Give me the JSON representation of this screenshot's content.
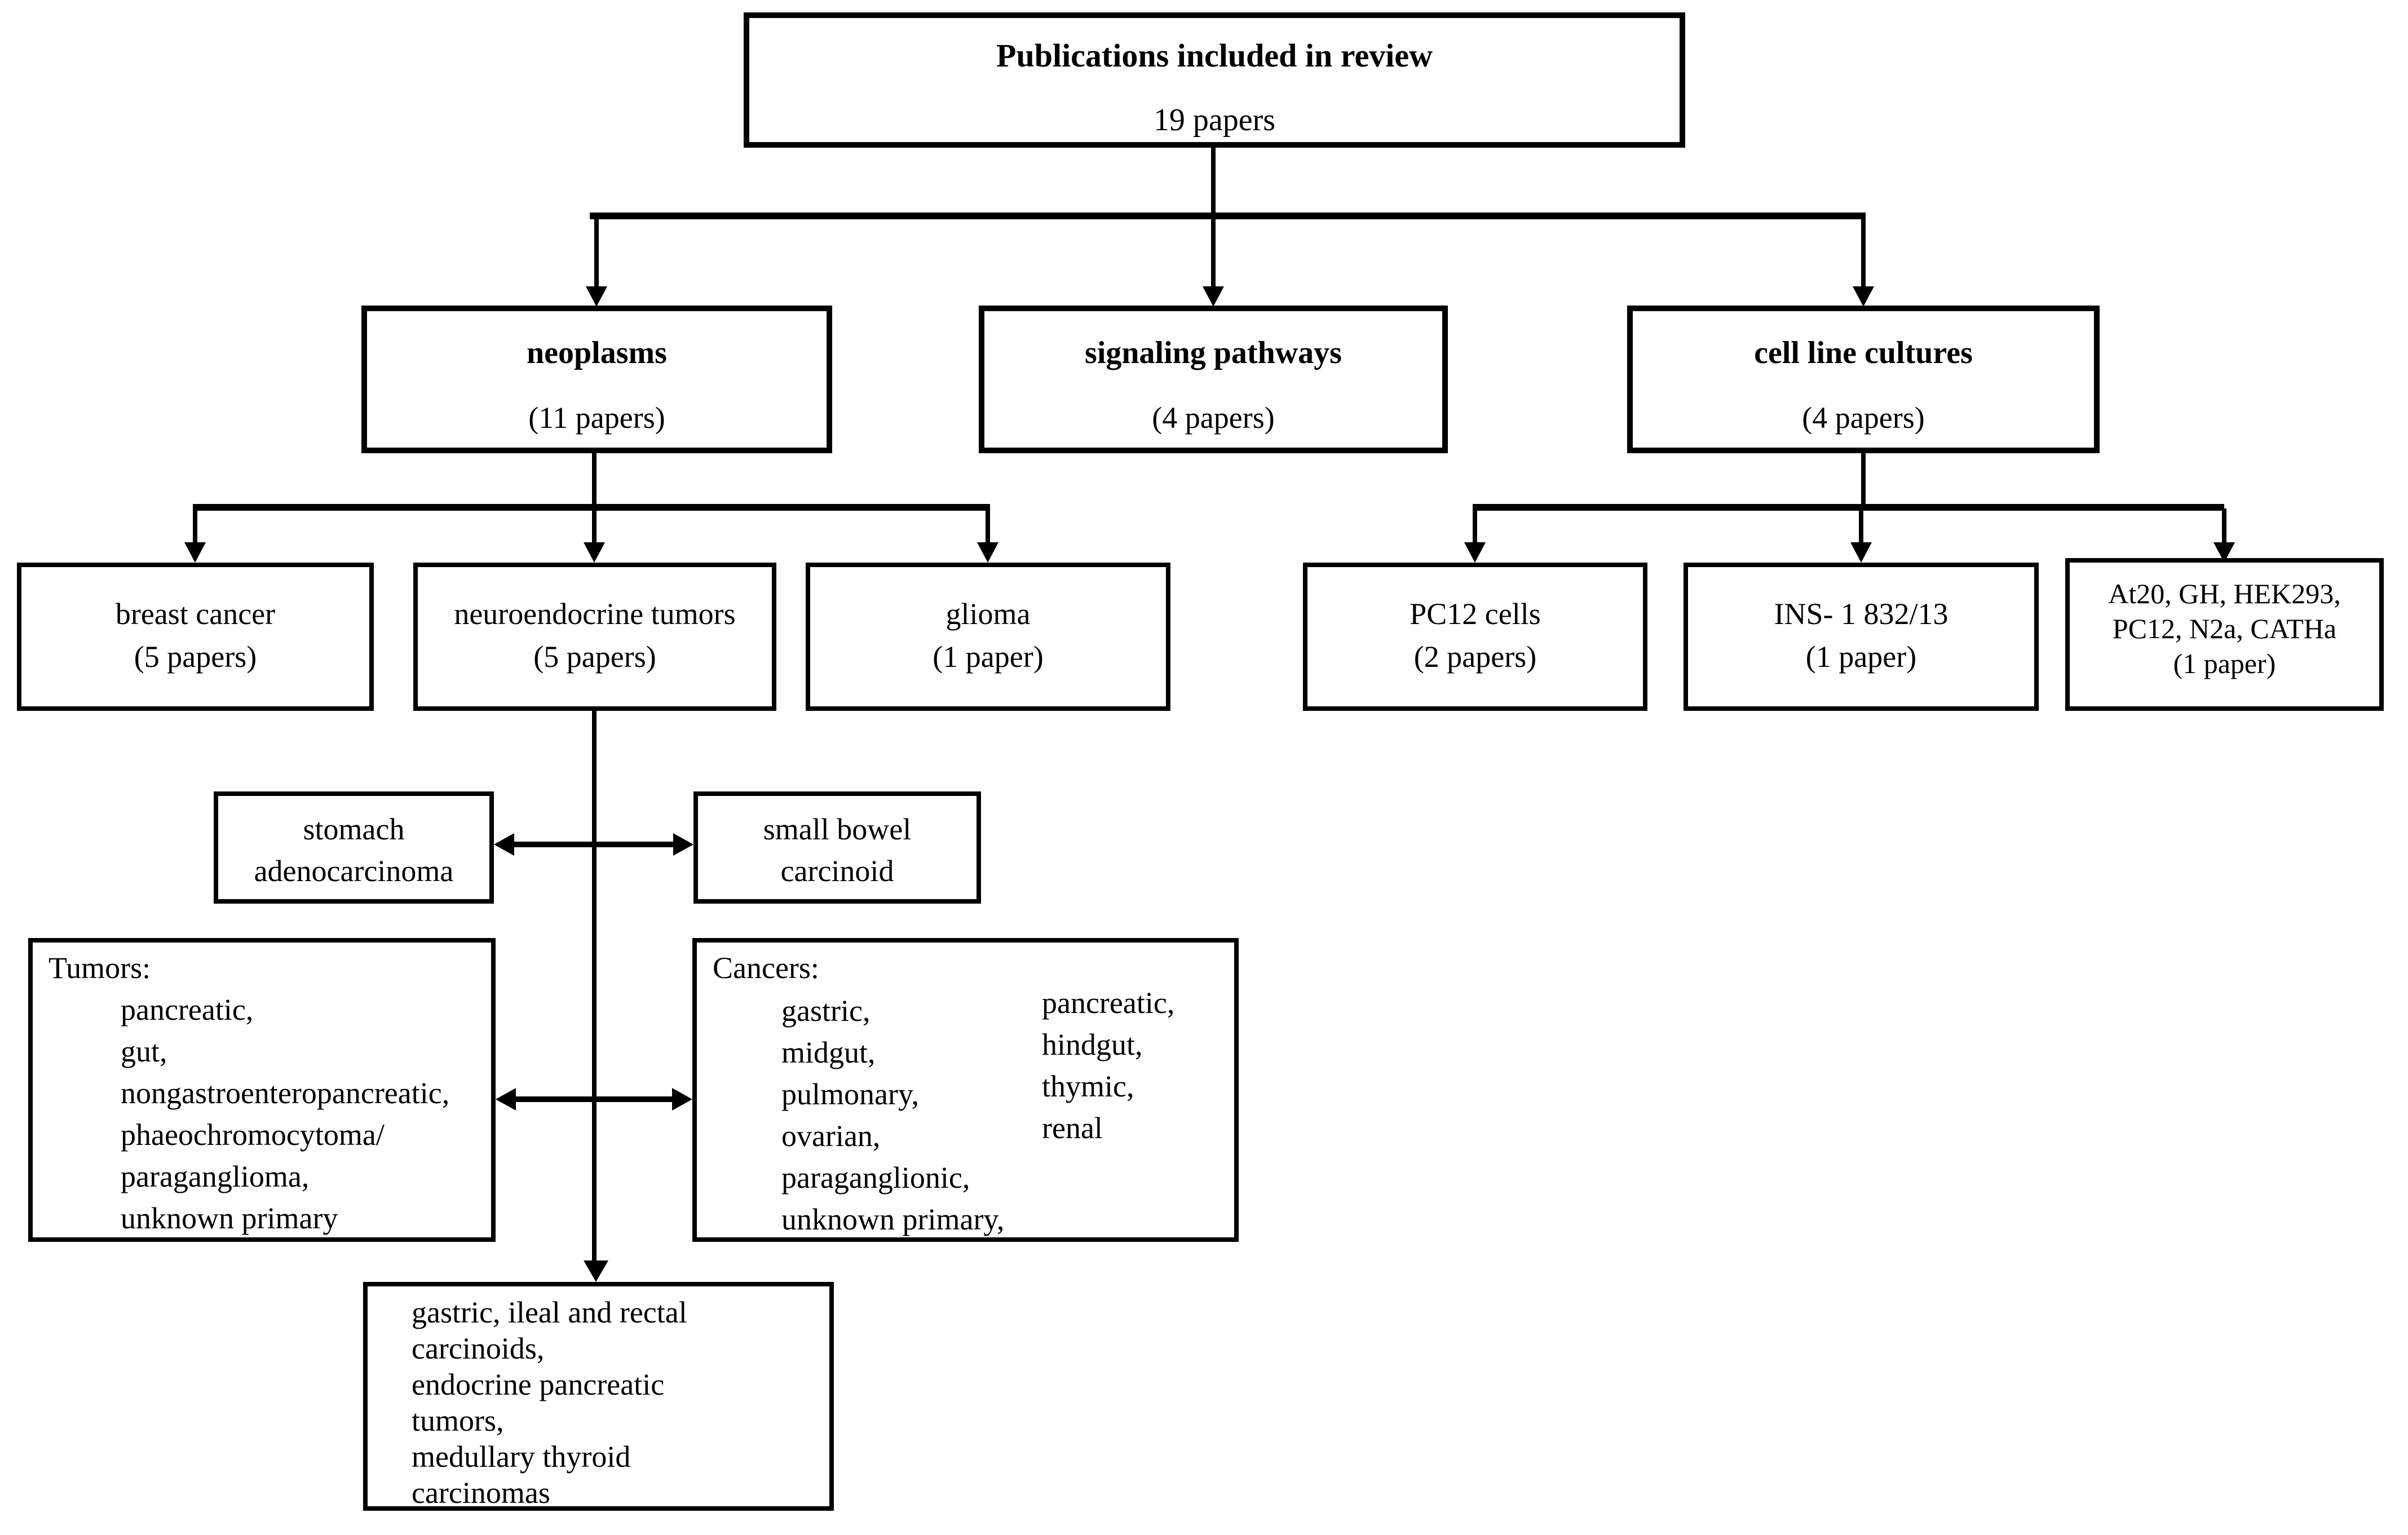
{
  "figure": {
    "root": {
      "title": "Publications included in review",
      "count": "19 papers"
    },
    "branches": [
      {
        "title": "neoplasms",
        "count": "(11 papers)"
      },
      {
        "title": "signaling pathways",
        "count": "(4 papers)"
      },
      {
        "title": "cell line cultures",
        "count": "(4 papers)"
      }
    ],
    "neoplasm_types": [
      {
        "title": "breast cancer",
        "count": "(5 papers)"
      },
      {
        "title": "neuroendocrine tumors",
        "count": "(5 papers)"
      },
      {
        "title": "glioma",
        "count": "(1 paper)"
      }
    ],
    "cell_line_types": [
      {
        "line1": "PC12 cells",
        "count": "(2 papers)"
      },
      {
        "line1": "INS- 1 832/13",
        "count": "(1 paper)"
      },
      {
        "line1": "At20, GH, HEK293,",
        "line2": "PC12, N2a, CATHa",
        "count": "(1 paper)"
      }
    ],
    "net_detail": {
      "stomach": {
        "line1": "stomach",
        "line2": "adenocarcinoma"
      },
      "small_bowel": {
        "line1": "small bowel",
        "line2": "carcinoid"
      },
      "tumors": {
        "header": "Tumors:",
        "items": [
          "pancreatic,",
          "gut,",
          "nongastroenteropancreatic,",
          "phaeochromocytoma/",
          "paraganglioma,",
          "unknown primary"
        ]
      },
      "cancers": {
        "header": "Cancers:",
        "col1": [
          "gastric,",
          "midgut,",
          "pulmonary,",
          "ovarian,",
          "paraganglionic,",
          "unknown primary,"
        ],
        "col2": [
          "pancreatic,",
          "hindgut,",
          "thymic,",
          "renal"
        ]
      },
      "carcinoids": {
        "lines": [
          "gastric, ileal and rectal",
          "carcinoids,",
          "endocrine pancreatic",
          "tumors,",
          "medullary thyroid",
          "carcinomas"
        ]
      }
    },
    "colors": {
      "ink": "#000000",
      "background": "#ffffff"
    }
  }
}
